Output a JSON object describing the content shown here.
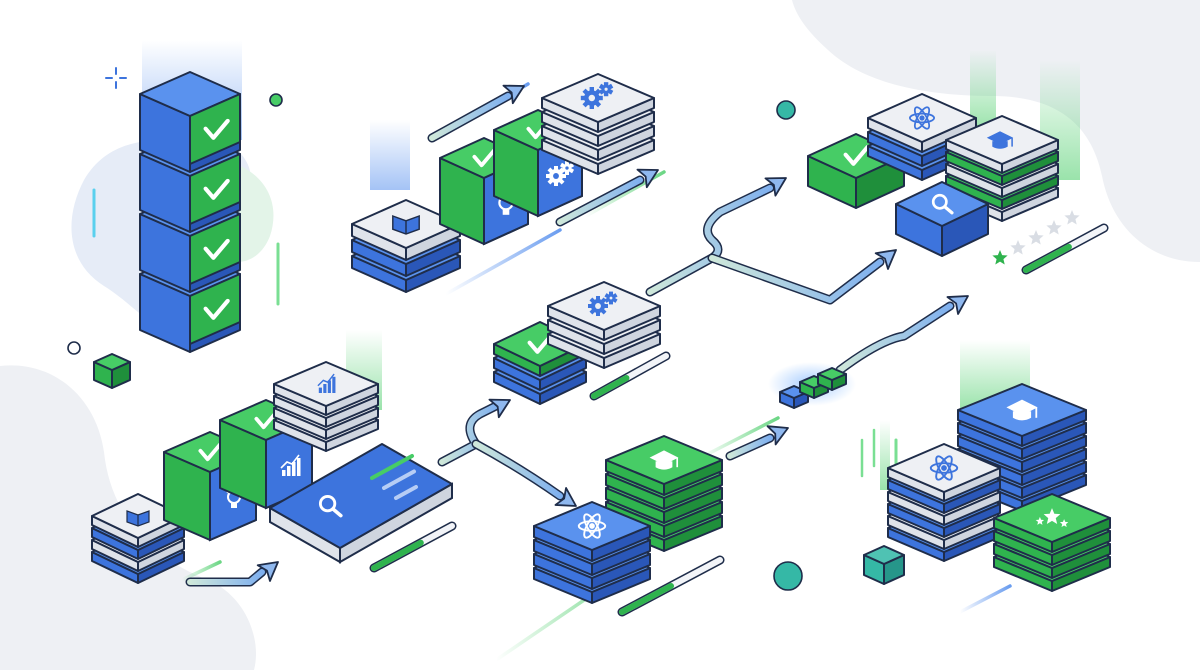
{
  "colors": {
    "blue": "#3d74dd",
    "blue_light": "#5a92ee",
    "blue_dark": "#2a57b8",
    "green": "#2fb34e",
    "green_light": "#47cc66",
    "green_dark": "#1f8f3b",
    "gray_top": "#eef0f4",
    "gray_side": "#dfe3ea",
    "teal": "#35b8a6",
    "outline": "#1f2d4a",
    "blob": "#eef0f4"
  },
  "icons": {
    "check": "check-icon",
    "gear": "gear-icon",
    "gears": "gears-icon",
    "book": "book-icon",
    "bulb": "lightbulb-icon",
    "chart": "bar-chart-icon",
    "magnifier": "magnifier-icon",
    "atom": "atom-icon",
    "cap": "graduation-cap-icon",
    "stars": "stars-icon"
  },
  "progress": {
    "bar_top_right": 0.55,
    "bar_mid": 0.45,
    "bar_bottom_left": 0.6,
    "bar_bottom_mid": 0.5
  },
  "rating": {
    "top_right_stars": 1,
    "top_right_total": 5
  }
}
